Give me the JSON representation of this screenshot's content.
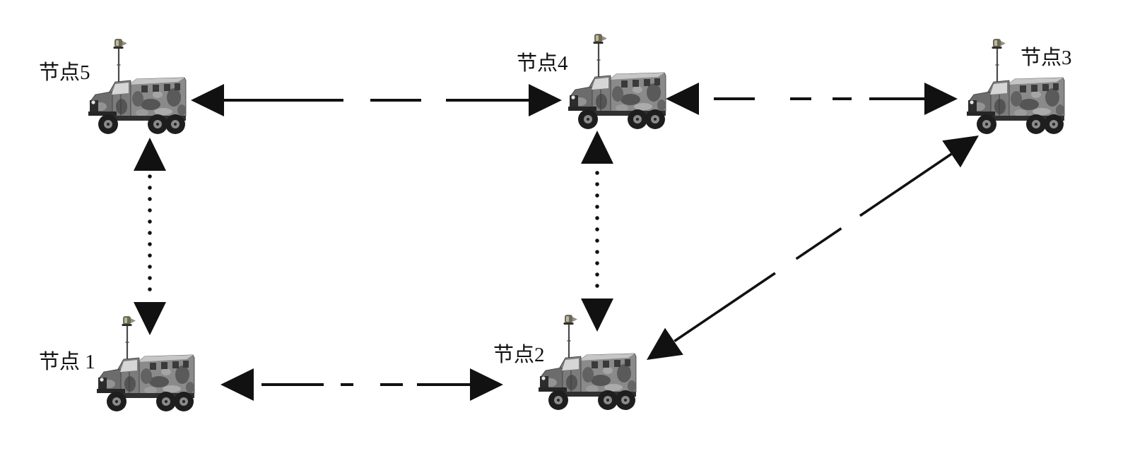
{
  "nodes": [
    {
      "id": 1,
      "label": "节点 1"
    },
    {
      "id": 2,
      "label": "节点2"
    },
    {
      "id": 3,
      "label": "节点3"
    },
    {
      "id": 4,
      "label": "节点4"
    },
    {
      "id": 5,
      "label": "节点5"
    }
  ],
  "edges": [
    {
      "from": 5,
      "to": 4,
      "bidirectional": true
    },
    {
      "from": 4,
      "to": 3,
      "bidirectional": true
    },
    {
      "from": 5,
      "to": 1,
      "bidirectional": true
    },
    {
      "from": 4,
      "to": 2,
      "bidirectional": true
    },
    {
      "from": 1,
      "to": 2,
      "bidirectional": true
    },
    {
      "from": 3,
      "to": 2,
      "bidirectional": true
    }
  ],
  "icons": {
    "node_icon": "military-truck-icon"
  },
  "colors": {
    "arrow": "#111111",
    "label": "#111111",
    "background": "#ffffff"
  }
}
